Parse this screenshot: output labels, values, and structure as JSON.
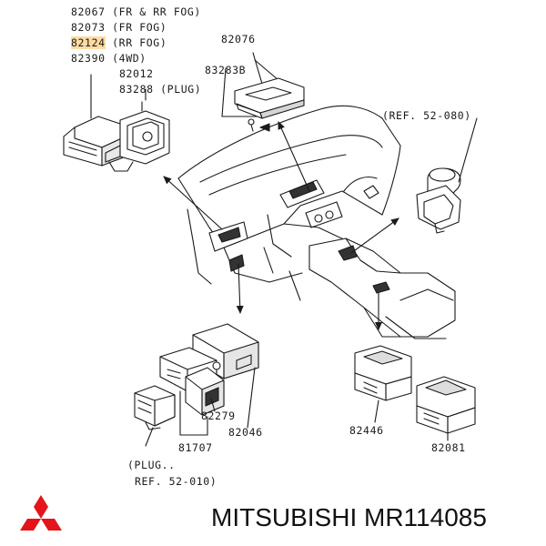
{
  "labels": {
    "p82067": "82067 (FR & RR FOG)",
    "p82073": "82073 (FR FOG)",
    "p82124_num": "82124",
    "p82124_desc": " (RR FOG)",
    "p82390": "82390 (4WD)",
    "p82012": "82012",
    "p83288": "83288 (PLUG)",
    "p82076": "82076",
    "p83283B": "83283B",
    "ref52080": "(REF. 52-080)",
    "p82279": "82279",
    "p82046": "82046",
    "p81707": "81707",
    "plug": "(PLUG..",
    "ref52010": "REF. 52-010)",
    "p82446": "82446",
    "p82081": "82081"
  },
  "footer": {
    "brand_text": "MITSUBISHI MR114085"
  },
  "colors": {
    "line": "#1a1a1a",
    "highlight": "#f7b35c",
    "logo": "#e4141b"
  }
}
